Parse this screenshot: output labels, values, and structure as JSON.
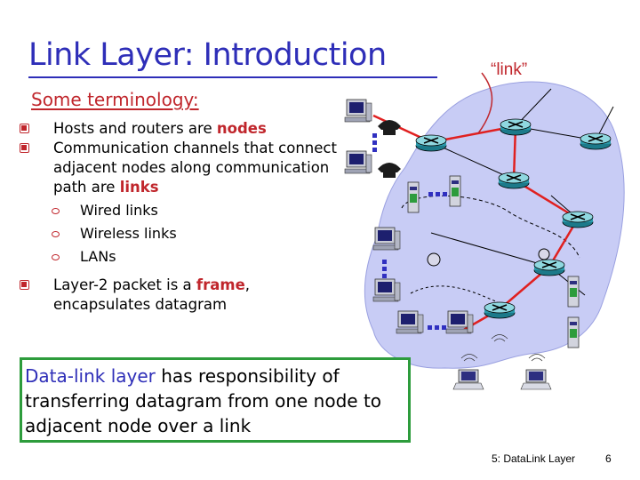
{
  "slide": {
    "title": "Link Layer: Introduction",
    "link_callout": "“link”",
    "subhead": "Some terminology:",
    "bullet1_pre": "Hosts and routers are ",
    "bullet1_hl": "nodes",
    "bullet2_pre": "Communication channels that connect adjacent nodes along communication path are ",
    "bullet2_hl": "links",
    "subbullets": [
      "Wired links",
      "Wireless links",
      "LANs"
    ],
    "bullet3_pre": "Layer-2 packet is a ",
    "bullet3_hl": "frame",
    "bullet3_post": ", encapsulates datagram",
    "box_hl": "Data-link layer",
    "box_text": " has responsibility of transferring datagram from one node to adjacent node over a link",
    "footer_left": "5: DataLink Layer",
    "footer_right": "6",
    "colors": {
      "title": "#2e2eb8",
      "accent": "#c0262c",
      "box_border": "#2d9c3c",
      "cloud": "#c8ccf5"
    }
  }
}
